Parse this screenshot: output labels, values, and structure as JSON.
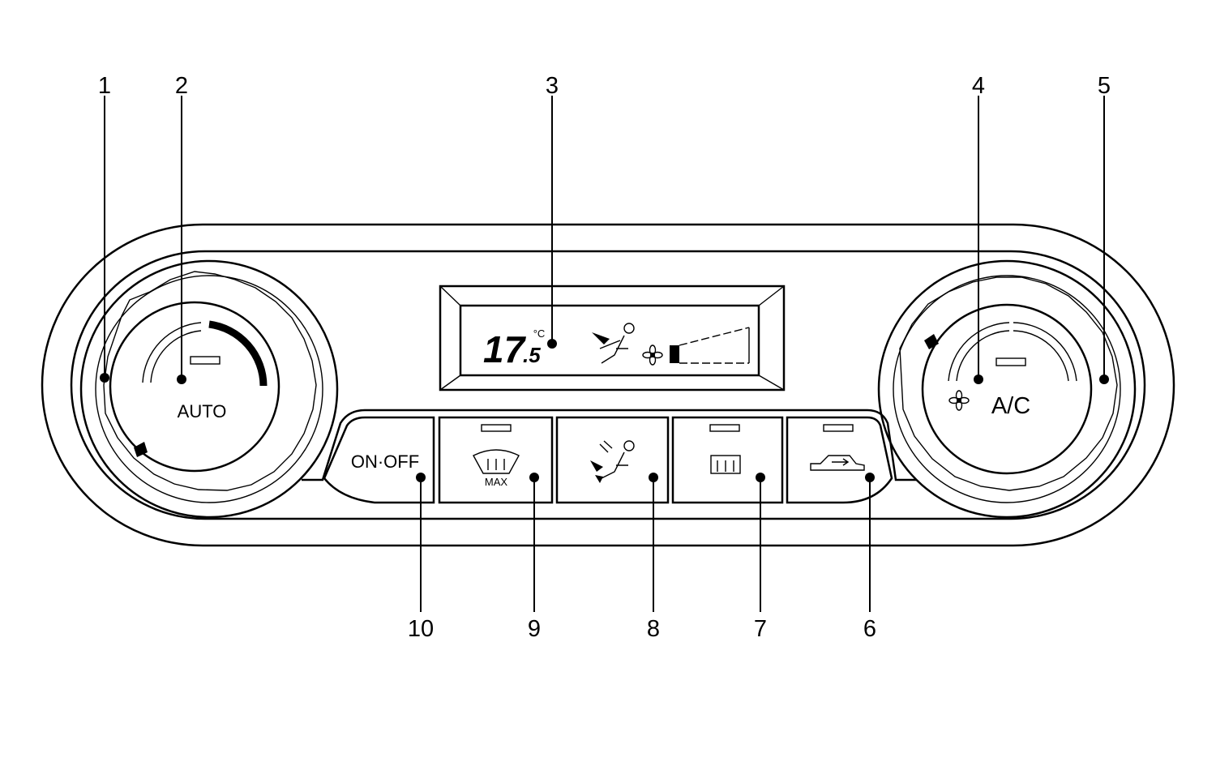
{
  "callouts": {
    "c1": "1",
    "c2": "2",
    "c3": "3",
    "c4": "4",
    "c5": "5",
    "c6": "6",
    "c7": "7",
    "c8": "8",
    "c9": "9",
    "c10": "10"
  },
  "left_knob": {
    "label": "AUTO"
  },
  "right_knob": {
    "label": "A/C",
    "icon": "fan-icon"
  },
  "display": {
    "temperature_main": "17",
    "temperature_decimal": ".5",
    "unit": "°C",
    "mode_icon": "face-vent-icon",
    "fan_icon": "fan-icon"
  },
  "buttons": {
    "on_off_label": "ON·OFF",
    "max_defrost_sub": "MAX",
    "max_defrost_icon": "windshield-defrost-icon",
    "mode_icon": "airflow-mode-icon",
    "rear_defrost_icon": "rear-defrost-icon",
    "recirc_icon": "recirculation-icon"
  },
  "colors": {
    "line": "#000000",
    "background": "#ffffff"
  }
}
